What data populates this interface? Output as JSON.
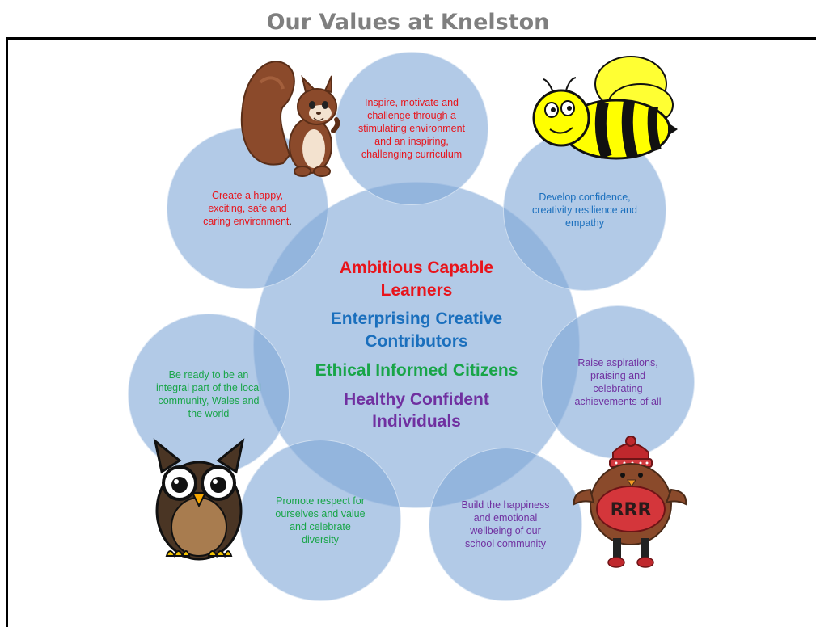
{
  "title": "Our Values at Knelston",
  "center": {
    "lines": [
      {
        "text": "Ambitious Capable Learners",
        "color": "#e8141b"
      },
      {
        "text": "Enterprising Creative Contributors",
        "color": "#1a6fbd"
      },
      {
        "text": "Ethical Informed Citizens",
        "color": "#18a548"
      },
      {
        "text": "Healthy Confident Individuals",
        "color": "#7030a0"
      }
    ]
  },
  "petals": {
    "top": "Inspire, motivate and challenge through a stimulating environment and an inspiring, challenging curriculum",
    "top_left": "Create a happy, exciting, safe and caring environment",
    "top_left_suffix": ".",
    "top_right": "Develop confidence, creativity resilience and empathy",
    "right": "Raise aspirations, praising and celebrating achievements of all",
    "bottom_right": "Build the happiness and emotional wellbeing of our school community",
    "bottom_left": "Promote respect for ourselves and value and celebrate diversity",
    "left": "Be ready to be an integral part of the local community, Wales and the world"
  },
  "colors": {
    "bubble": "#7ea6d7",
    "red": "#e8141b",
    "blue": "#1a6fbd",
    "green": "#18a548",
    "purple": "#7030a0"
  },
  "illustrations": {
    "robin_badge": "RRR",
    "icons": [
      "squirrel-icon",
      "bee-icon",
      "owl-icon",
      "robin-icon"
    ]
  }
}
